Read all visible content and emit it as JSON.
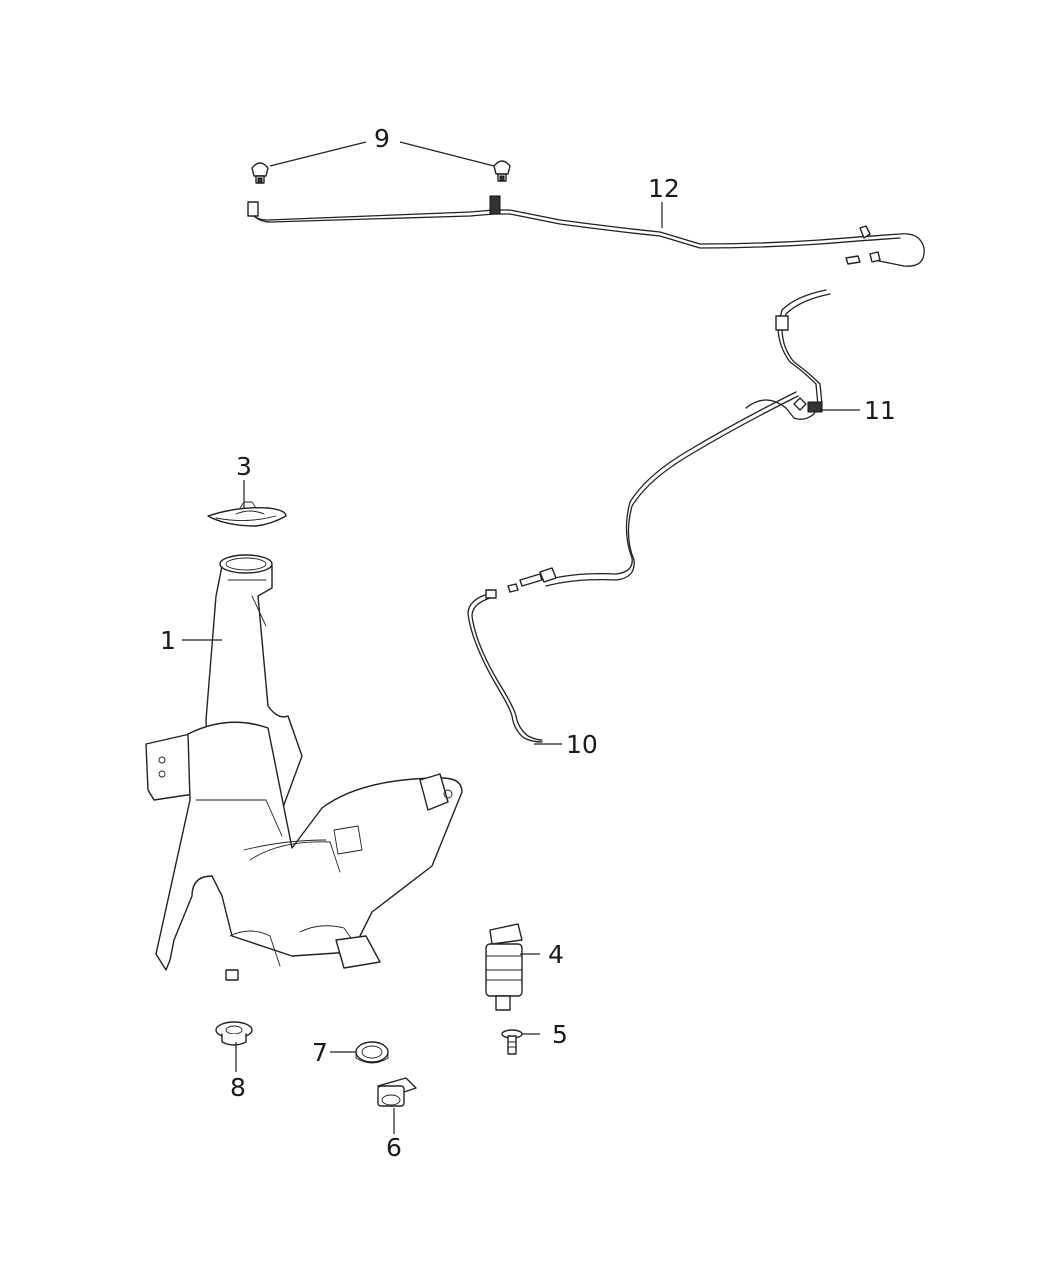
{
  "callouts": {
    "c1": "1",
    "c3": "3",
    "c4": "4",
    "c5": "5",
    "c6": "6",
    "c7": "7",
    "c8": "8",
    "c9": "9",
    "c10": "10",
    "c11": "11",
    "c12": "12"
  }
}
